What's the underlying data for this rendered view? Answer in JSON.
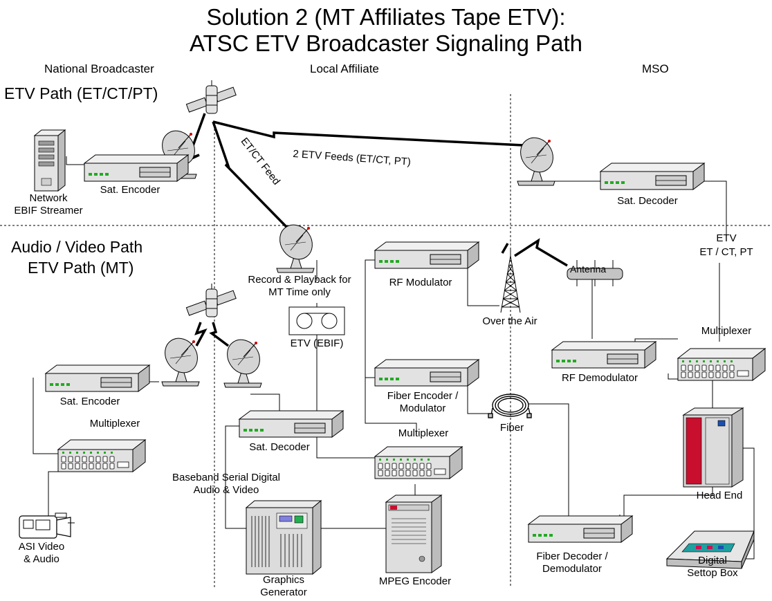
{
  "title": {
    "line1": "Solution 2 (MT Affiliates Tape ETV):",
    "line2": "ATSC ETV Broadcaster Signaling Path"
  },
  "regions": {
    "national": "National Broadcaster",
    "local": "Local Affiliate",
    "mso": "MSO"
  },
  "paths": {
    "etv": "ETV Path (ET/CT/PT)",
    "av_line1": "Audio / Video Path",
    "av_line2": "ETV Path (MT)"
  },
  "links": {
    "etv_feeds": "2 ETV Feeds (ET/CT, PT)",
    "etct_feed": "ET/CT Feed",
    "etv_types_1": "ETV",
    "etv_types_2": "ET / CT, PT"
  },
  "devices": {
    "network_ebif_1": "Network",
    "network_ebif_2": "EBIF Streamer",
    "sat_encoder_top": "Sat. Encoder",
    "sat_decoder_mso": "Sat. Decoder",
    "record_playback_1": "Record & Playback for",
    "record_playback_2": "MT Time only",
    "etv_ebif": "ETV (EBIF)",
    "rf_modulator": "RF Modulator",
    "over_the_air": "Over the Air",
    "antenna": "Antenna",
    "rf_demodulator": "RF Demodulator",
    "multiplexer_mso": "Multiplexer",
    "fiber_encoder_1": "Fiber Encoder /",
    "fiber_encoder_2": "Modulator",
    "fiber": "Fiber",
    "multiplexer_local": "Multiplexer",
    "sat_encoder_bottom": "Sat. Encoder",
    "multiplexer_national": "Multiplexer",
    "sat_decoder_local": "Sat. Decoder",
    "baseband_1": "Baseband Serial Digital",
    "baseband_2": "Audio & Video",
    "asi_1": "ASI Video",
    "asi_2": "& Audio",
    "graphics_1": "Graphics",
    "graphics_2": "Generator",
    "mpeg_encoder": "MPEG Encoder",
    "head_end": "Head End",
    "fiber_decoder_1": "Fiber Decoder /",
    "fiber_decoder_2": "Demodulator",
    "settop_1": "Digital",
    "settop_2": "Settop Box"
  }
}
